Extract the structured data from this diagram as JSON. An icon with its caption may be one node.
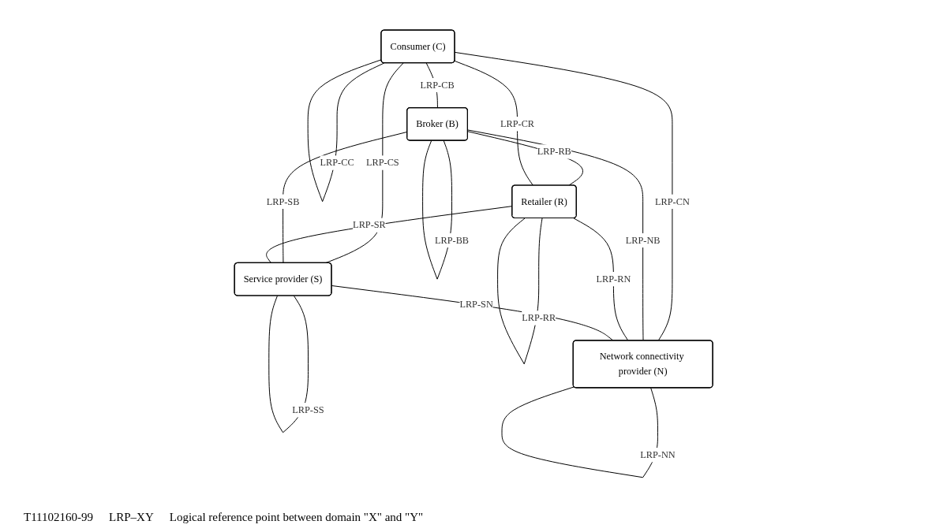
{
  "diagram": {
    "nodes": [
      {
        "text": [
          "Consumer (C)"
        ]
      },
      {
        "text": [
          "Broker (B)"
        ]
      },
      {
        "text": [
          "Retailer (R)"
        ]
      },
      {
        "text": [
          "Service provider (S)"
        ]
      },
      {
        "text": [
          "Network connectivity provider (N)"
        ]
      }
    ],
    "edges": [
      {
        "from": 0,
        "to": 0,
        "arrow": "none",
        "label": "LRP-CC"
      },
      {
        "from": 0,
        "to": 3,
        "arrow": "none",
        "label": "LRP-CS"
      },
      {
        "from": 3,
        "to": 3,
        "arrow": "none",
        "label": "LRP-SS"
      },
      {
        "from": 1,
        "to": 1,
        "arrow": "none",
        "label": "LRP-BB"
      },
      {
        "from": 0,
        "to": 1,
        "arrow": "none",
        "label": "LRP-CB"
      },
      {
        "from": 1,
        "to": 3,
        "arrow": "none",
        "label": "LRP-SB"
      },
      {
        "from": 1,
        "to": 2,
        "arrow": "none",
        "label": "LRP-RB"
      },
      {
        "from": 2,
        "to": 2,
        "arrow": "none",
        "label": "LRP-RR"
      },
      {
        "from": 0,
        "to": 2,
        "arrow": "none",
        "label": "LRP-CR"
      },
      {
        "from": 2,
        "to": 3,
        "arrow": "none",
        "label": "LRP-SR"
      },
      {
        "from": 0,
        "to": 4,
        "arrow": "none",
        "label": "LRP-CN"
      },
      {
        "from": 1,
        "to": 4,
        "arrow": "none",
        "label": "LRP-NB"
      },
      {
        "from": 2,
        "to": 4,
        "arrow": "none",
        "label": "LRP-RN"
      },
      {
        "from": 3,
        "to": 4,
        "arrow": "none",
        "label": "LRP-SN"
      },
      {
        "from": 4,
        "to": 4,
        "arrow": "none",
        "label": "LRP-NN"
      }
    ],
    "labels": [
      "T11102160-99",
      "LRP–XY",
      "Logical reference point between domain \"X\" and \"Y\""
    ]
  }
}
